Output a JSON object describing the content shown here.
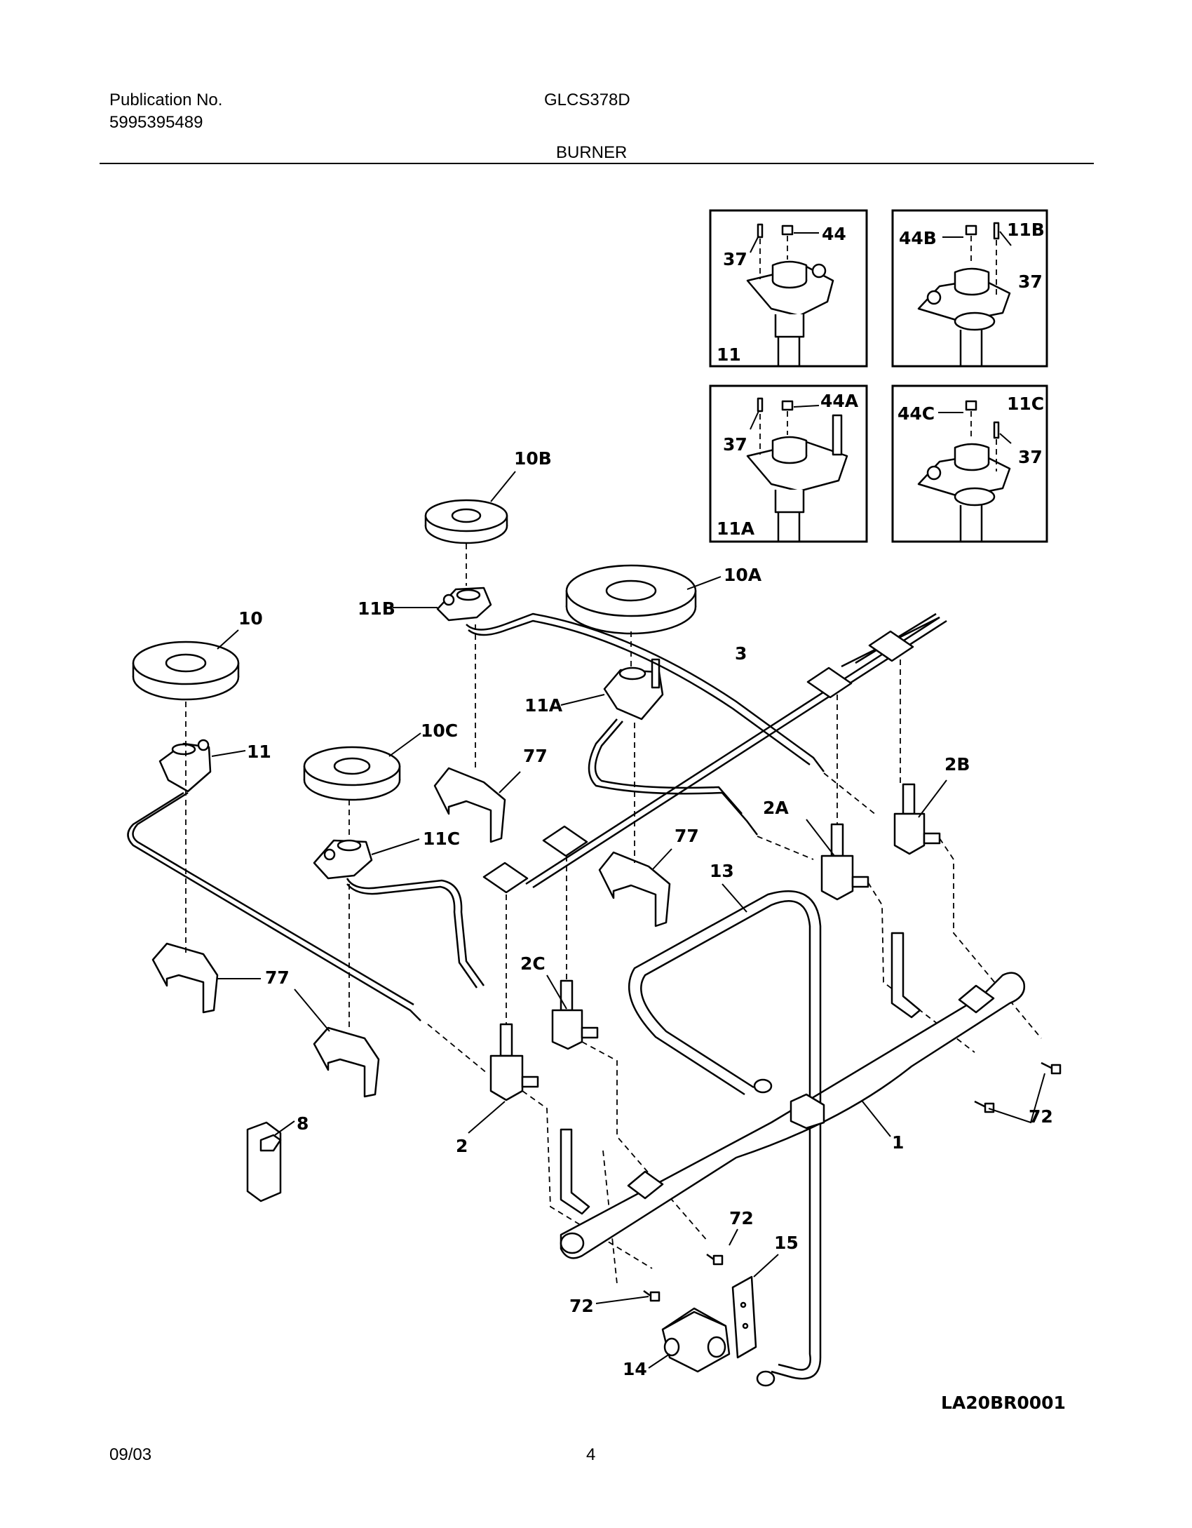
{
  "header": {
    "publication_label": "Publication No.",
    "publication_number": "5995395489",
    "model": "GLCS378D",
    "section": "BURNER"
  },
  "footer": {
    "date": "09/03",
    "page": "4"
  },
  "diagram": {
    "code": "LA20BR0001",
    "insets": [
      {
        "parts": [
          "37",
          "44",
          "11"
        ]
      },
      {
        "parts": [
          "44B",
          "11B",
          "37"
        ]
      },
      {
        "parts": [
          "37",
          "44A",
          "11A"
        ]
      },
      {
        "parts": [
          "44C",
          "11C",
          "37"
        ]
      }
    ],
    "labels": {
      "p10": "10",
      "p10a": "10A",
      "p10b": "10B",
      "p10c": "10C",
      "p11": "11",
      "p11a": "11A",
      "p11b": "11B",
      "p11c": "11C",
      "p3": "3",
      "p77": "77",
      "p2": "2",
      "p2a": "2A",
      "p2b": "2B",
      "p2c": "2C",
      "p13": "13",
      "p1": "1",
      "p8": "8",
      "p72": "72",
      "p15": "15",
      "p14": "14"
    }
  }
}
